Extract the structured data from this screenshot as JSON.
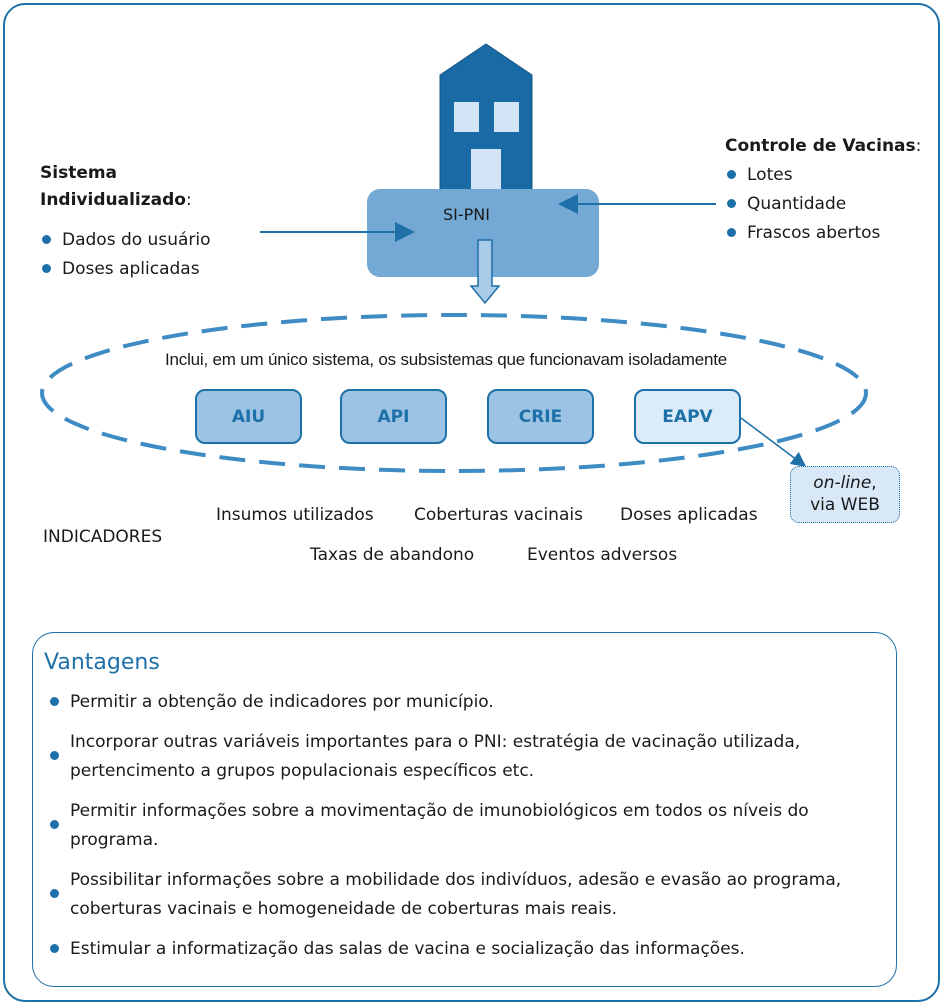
{
  "left": {
    "heading_line1": "Sistema",
    "heading_line2": "Individualizado",
    "heading_suffix": ":",
    "items": [
      "Dados do usuário",
      "Doses aplicadas"
    ]
  },
  "right": {
    "heading": "Controle de Vacinas",
    "heading_suffix": ":",
    "items": [
      "Lotes",
      "Quantidade",
      "Frascos abertos"
    ]
  },
  "center": {
    "system_label": "SI-PNI",
    "includes_text": "Inclui, em um único sistema, os subsistemas que funcionavam isoladamente",
    "subsystems": [
      "AIU",
      "API",
      "CRIE",
      "EAPV"
    ],
    "online_italic": "on-line",
    "online_comma": ",",
    "online_rest": "via WEB"
  },
  "indicators": {
    "label": "INDICADORES",
    "items": [
      "Insumos utilizados",
      "Coberturas vacinais",
      "Doses aplicadas",
      "Taxas de abandono",
      "Eventos adversos"
    ]
  },
  "vantagens": {
    "title": "Vantagens",
    "items": [
      "Permitir a obtenção de indicadores por município.",
      "Incorporar outras variáveis importantes para o PNI: estratégia de vacinação utilizada, pertencimento a grupos populacionais específicos etc.",
      "Permitir informações sobre a movimentação de imunobiológicos em todos os níveis do programa.",
      "Possibilitar informações sobre a mobilidade dos indivíduos, adesão e evasão ao programa, coberturas vacinais e homogeneidade de coberturas mais reais.",
      "Estimular a informatização das salas de vacina e socialização das informações."
    ]
  },
  "colors": {
    "primary": "#1e70a8",
    "dark_blue": "#1a6aa6",
    "box_blue": "#74a9d6",
    "light_blue": "#dcebf8"
  }
}
